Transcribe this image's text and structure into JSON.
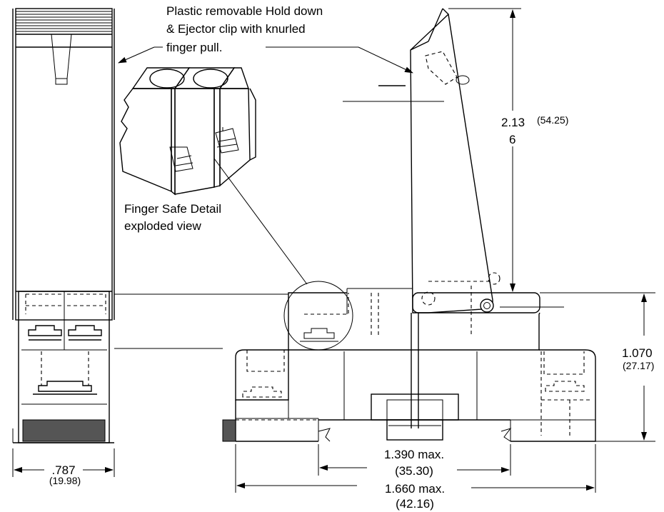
{
  "annotations": {
    "clip_callout": [
      "Plastic removable Hold down",
      "& Ejector clip with knurled",
      "finger pull."
    ],
    "detail_label": [
      "Finger Safe Detail",
      "exploded view"
    ]
  },
  "dimensions": {
    "height_clip": {
      "value": "2.13",
      "metric": "(54.25)",
      "extra": "6"
    },
    "height_base": {
      "value": "1.070",
      "metric": "(27.17)"
    },
    "width_front": {
      "value": ".787",
      "metric": "(19.98)"
    },
    "width_inner": {
      "value": "1.390 max.",
      "metric": "(35.30)"
    },
    "width_overall": {
      "value": "1.660 max.",
      "metric": "(42.16)"
    }
  },
  "colors": {
    "line": "#000000",
    "background": "#ffffff",
    "dark_fill": "#555555"
  }
}
